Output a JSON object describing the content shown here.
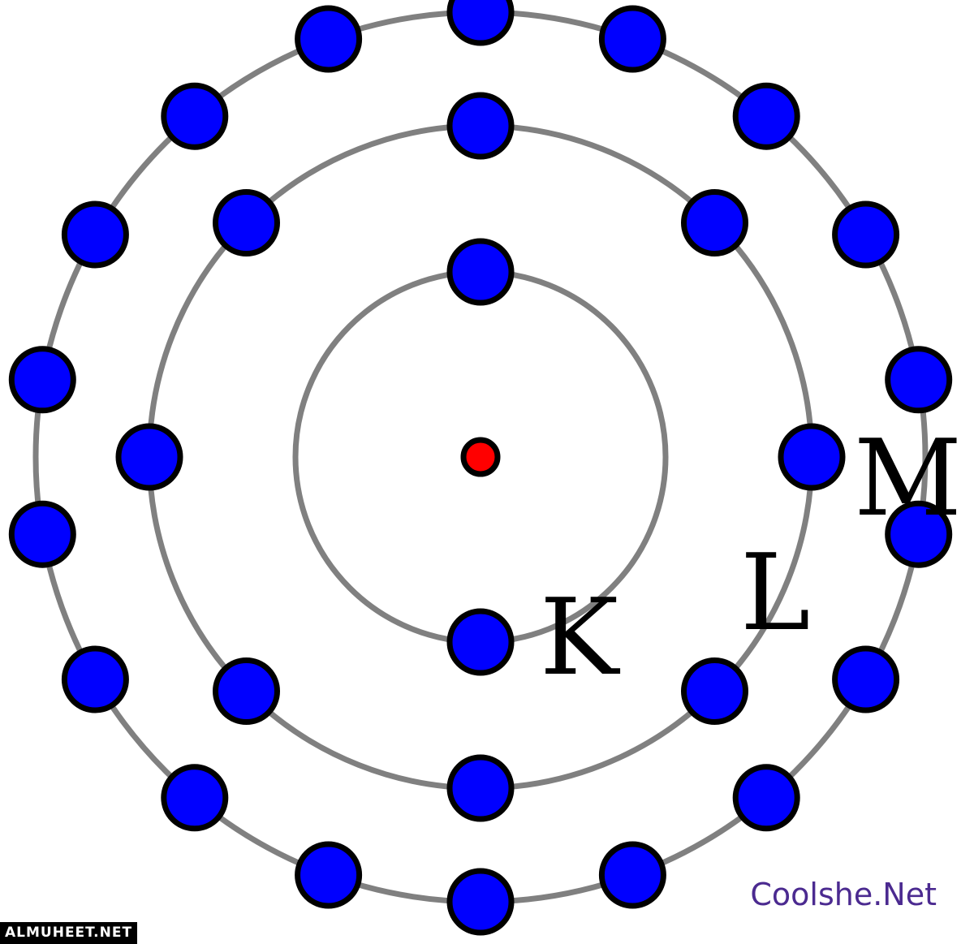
{
  "diagram": {
    "nucleus_color": "#ff0000",
    "electron_color": "#0000ff",
    "orbit_color": "#808080",
    "shells": [
      {
        "label": "K",
        "electrons": 2
      },
      {
        "label": "L",
        "electrons": 8
      },
      {
        "label": "M",
        "electrons": 18
      }
    ]
  },
  "credit": "Coolshe.Net",
  "watermark": "ALMUHEET.NET"
}
